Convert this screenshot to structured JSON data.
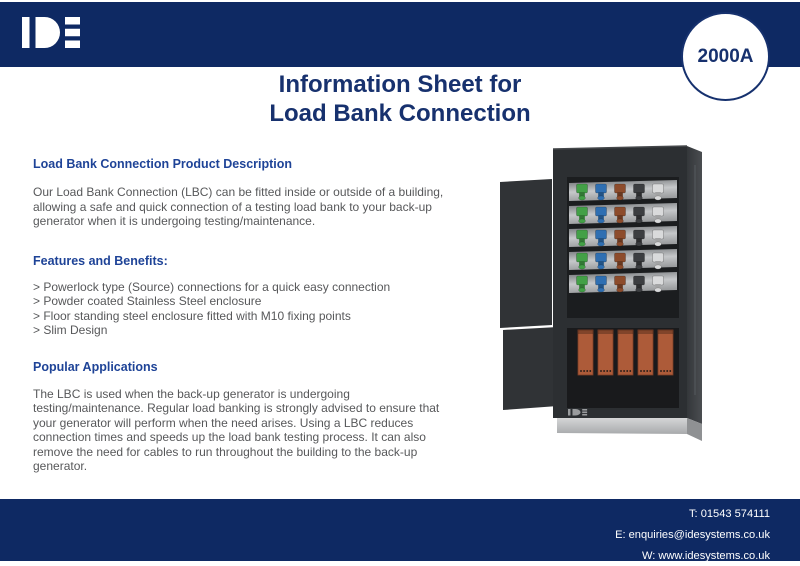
{
  "header": {
    "logo": "IDE",
    "badge_label": "2000A"
  },
  "title": {
    "line1": "Information Sheet for",
    "line2": "Load Bank Connection"
  },
  "content": {
    "product_description": {
      "heading": "Load Bank Connection Product Description",
      "body": "Our Load Bank Connection (LBC) can be fitted inside or outside of a building, allowing a safe and quick connection of a testing load bank to your back-up generator when it is undergoing testing/maintenance."
    },
    "features": {
      "heading": "Features and Benefits:",
      "items": [
        "> Powerlock type (Source) connections for a quick easy connection",
        "> Powder coated Stainless Steel enclosure",
        "> Floor standing steel enclosure fitted with M10 fixing points",
        "> Slim Design"
      ]
    },
    "applications": {
      "heading": "Popular Applications",
      "body": "The LBC is used when the back-up generator is undergoing testing/maintenance. Regular load banking is strongly advised to ensure that your generator will perform when the need arises. Using a LBC reduces connection times and speeds up the load bank testing process. It can also remove the need for cables to run throughout the building to the back-up generator."
    }
  },
  "product_image": {
    "description": "open load bank connection cabinet",
    "cabinet_logo": "IDE",
    "connector_rows": 5,
    "connectors_per_row": 5,
    "connector_colors": [
      "#43a047",
      "#2f6fb2",
      "#8d4c2c",
      "#3c3e41",
      "#d9dadb"
    ],
    "busbar_count": 5,
    "busbar_color": "#ad5b39"
  },
  "footer": {
    "phone": "T: 01543 574111",
    "email": "E: enquiries@idesystems.co.uk",
    "website": "W: www.idesystems.co.uk"
  },
  "colors": {
    "navy": "#0e2963",
    "title_blue": "#17316e",
    "heading_blue": "#1e4397",
    "body_grey": "#57585a"
  }
}
